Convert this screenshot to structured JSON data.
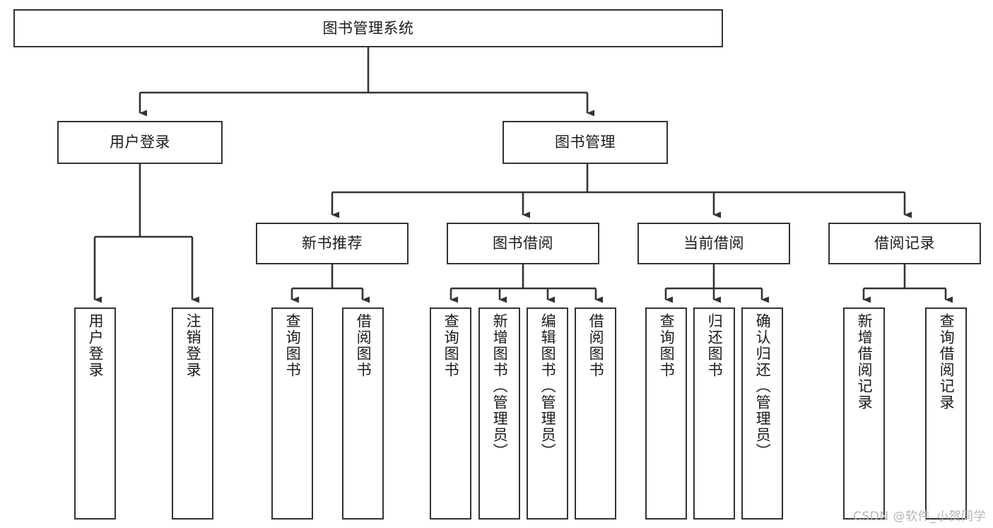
{
  "diagram": {
    "title": "图书管理系统",
    "type": "tree-hierarchy",
    "root": {
      "label": "图书管理系统"
    },
    "level2": [
      {
        "label": "用户登录"
      },
      {
        "label": "图书管理"
      }
    ],
    "level3": [
      {
        "label": "新书推荐"
      },
      {
        "label": "图书借阅"
      },
      {
        "label": "当前借阅"
      },
      {
        "label": "借阅记录"
      }
    ],
    "leaves": {
      "user_login": [
        {
          "label": "用户登录"
        },
        {
          "label": "注销登录"
        }
      ],
      "new_book_recommend": [
        {
          "label": "查询图书"
        },
        {
          "label": "借阅图书"
        }
      ],
      "book_borrow": [
        {
          "label": "查询图书"
        },
        {
          "label": "新增图书（管理员）"
        },
        {
          "label": "编辑图书（管理员）"
        },
        {
          "label": "借阅图书"
        }
      ],
      "current_borrow": [
        {
          "label": "查询图书"
        },
        {
          "label": "归还图书"
        },
        {
          "label": "确认归还（管理员）"
        }
      ],
      "borrow_record": [
        {
          "label": "新增借阅记录"
        },
        {
          "label": "查询借阅记录"
        }
      ]
    }
  },
  "watermark": {
    "text": "CSDN @软件_小贺同学"
  },
  "colors": {
    "border": "#333333",
    "text": "#1b1b1b",
    "background": "#ffffff",
    "watermark": "#b4b4b4"
  }
}
